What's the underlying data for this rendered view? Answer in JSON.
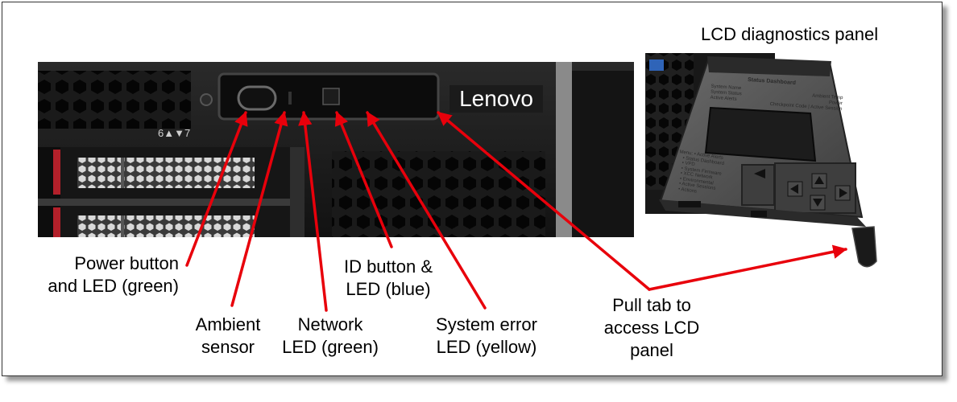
{
  "panel_title": "LCD diagnostics panel",
  "brand": "Lenovo",
  "bay_number": "6▲▼7",
  "lcd_panel": {
    "heading": "Status Dashboard",
    "left_lines": [
      "System Name",
      "System Status",
      "Active Alerts"
    ],
    "right_lines": [
      "Ambient Temp",
      "Power",
      "Checkpoint Code | Active Session"
    ],
    "menu_label": "Menu:",
    "menu_items": [
      "Active Alerts",
      "Status Dashboard",
      "VPD",
      "System Firmware",
      "XCC Network",
      "Environmental",
      "Active Sessions",
      "Actions"
    ]
  },
  "callouts": {
    "power": [
      "Power button",
      "and LED (green)"
    ],
    "ambient": [
      "Ambient",
      "sensor"
    ],
    "network": [
      "Network",
      "LED (green)"
    ],
    "id": [
      "ID button &",
      "LED (blue)"
    ],
    "system_error": [
      "System error",
      "LED (yellow)"
    ],
    "pull_tab": [
      "Pull tab to",
      "access LCD",
      "panel"
    ]
  },
  "colors": {
    "arrow": "#e8000b",
    "chassis": "#161616",
    "accent_red": "#b3202a"
  }
}
